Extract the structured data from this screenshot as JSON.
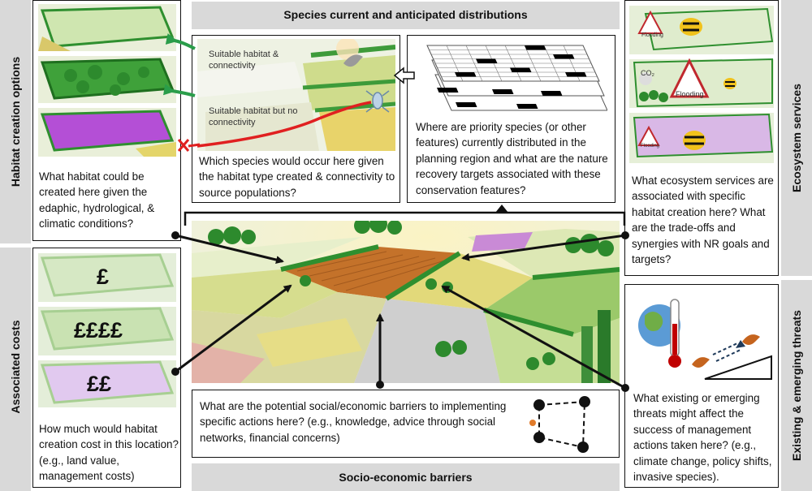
{
  "bands": {
    "left_top": "Habitat creation options",
    "left_bottom": "Associated costs",
    "top": "Species current and anticipated distributions",
    "bottom": "Socio-economic barriers",
    "right_top": "Ecosystem services",
    "right_bottom": "Existing & emerging threats"
  },
  "questions": {
    "habitat": "What habitat could be created here given the edaphic, hydrological, & climatic conditions?",
    "species": "Which species would occur here given the habitat type created & connectivity to source populations?",
    "priority": "Where are priority species (or other features) currently distributed in the planning region and what are the nature recovery targets associated with these conservation features?",
    "ecosystem": "What ecosystem services are associated with specific habitat creation here? What are the trade-offs and synergies with NR goals and targets?",
    "costs": "How much would habitat creation cost in this location? (e.g., land value, management costs)",
    "barriers": "What are the potential social/economic barriers to implementing specific actions here? (e.g., knowledge, advice through social networks, financial concerns)",
    "threats": "What existing or emerging threats might affect the success of management actions taken here? (e.g., climate change, policy shifts, invasive species)."
  },
  "connectivity_labels": {
    "suitable_connected": "Suitable habitat & connectivity",
    "suitable_unconnected": "Suitable habitat but no connectivity"
  },
  "costs": [
    "£",
    "££££",
    "££"
  ],
  "ecosystem_labels": {
    "flooding_1": "Flooding",
    "co2": "CO₂",
    "flooding_2": "Flooding",
    "flooding_3": "Flooding"
  },
  "colors": {
    "band_grey": "#d9d9d9",
    "arrow_green": "#2a9d4a",
    "arrow_red": "#e02020",
    "meadow_purple": "#b44fd6",
    "hedge_green": "#2f8f2f",
    "field_yellow": "#e4d56a"
  }
}
